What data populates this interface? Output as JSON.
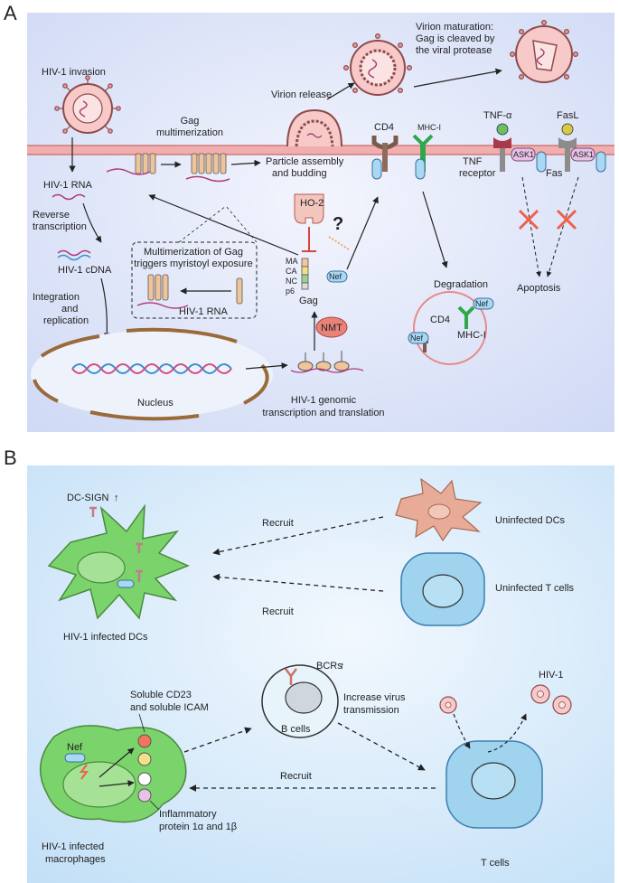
{
  "panel_a": {
    "panel_label": "A",
    "hiv_invasion": "HIV-1 invasion",
    "gag_multimerization": [
      "Gag",
      "multimerization"
    ],
    "virion_release": "Virion release",
    "virion_maturation": [
      "Virion maturation:",
      "Gag is cleaved by",
      "the viral protease"
    ],
    "particle_assembly": [
      "Particle assembly",
      "and budding"
    ],
    "hiv_rna": "HIV-1 RNA",
    "reverse_transcription": [
      "Reverse",
      "transcription"
    ],
    "hiv_cdna": "HIV-1 cDNA",
    "integration": [
      "Integration",
      "and",
      "replication"
    ],
    "nucleus": "Nucleus",
    "myristoyl_box": [
      "Multimerization of Gag",
      "triggers myristoyl exposure"
    ],
    "box_rna": "HIV-1 RNA",
    "gag_domains": [
      "MA",
      "CA",
      "NC",
      "p6"
    ],
    "gag": "Gag",
    "ho2": "HO-2",
    "question": "?",
    "nef": "Nef",
    "nmt": "NMT",
    "genomic": [
      "HIV-1 genomic",
      "transcription and translation"
    ],
    "cd4": "CD4",
    "mhc": "MHC-I",
    "tnfa": "TNF-α",
    "fasl": "FasL",
    "tnf_receptor": [
      "TNF",
      "receptor"
    ],
    "ask1": "ASK1",
    "fas": "Fas",
    "degradation": "Degradation",
    "apoptosis": "Apoptosis"
  },
  "panel_b": {
    "panel_label": "B",
    "dc_sign": "DC-SIGN",
    "up_arrow": "↑",
    "recruit_1": "Recruit",
    "recruit_2": "Recruit",
    "recruit_3": "Recruit",
    "uninfected_dcs": "Uninfected DCs",
    "uninfected_tcells": "Uninfected T cells",
    "infected_dcs": "HIV-1 infected DCs",
    "bcrs": "BCRs",
    "b_cells": "B cells",
    "increase": [
      "Increase virus",
      "transmission"
    ],
    "hiv1": "HIV-1",
    "soluble": [
      "Soluble CD23",
      "and soluble ICAM"
    ],
    "nef": "Nef",
    "inflammatory": [
      "Inflammatory",
      "protein 1α and 1β"
    ],
    "infected_macrophages": [
      "HIV-1 infected",
      "macrophages"
    ],
    "t_cells": "T cells"
  },
  "colors": {
    "panel_a_bg": "#dfe6f8",
    "panel_b_bg": "#dcecf9",
    "membrane": "#f1aeae",
    "virus": "#f7c9c9",
    "dc_green": "#7bd36b",
    "tcell_blue": "#9fd3ee",
    "dc_uninfected": "#e7ab98"
  }
}
